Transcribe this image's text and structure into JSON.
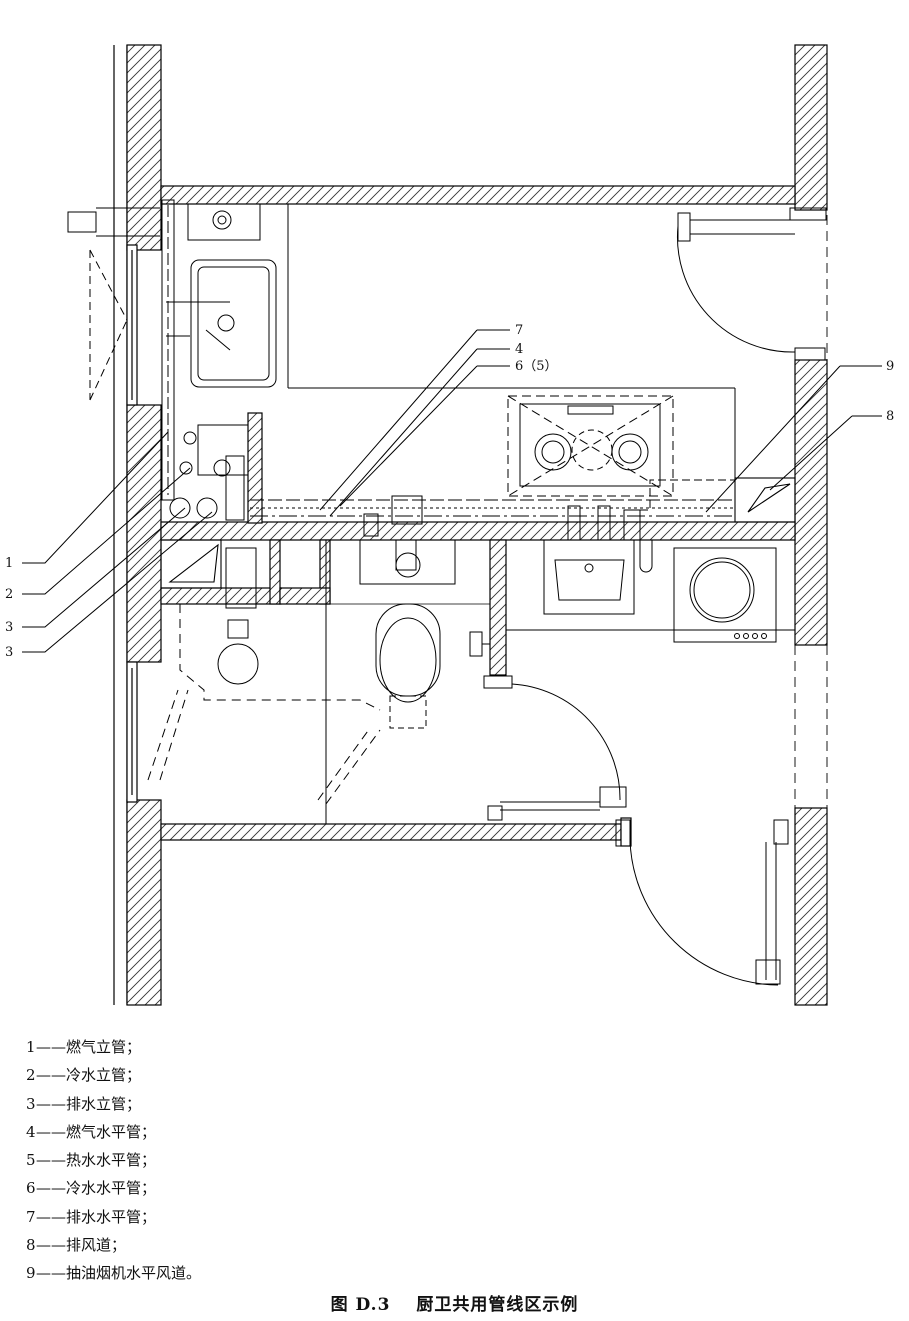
{
  "callouts": [
    {
      "id": "c7",
      "label": "7"
    },
    {
      "id": "c4",
      "label": "4"
    },
    {
      "id": "c6",
      "label": "6（5）"
    },
    {
      "id": "c9",
      "label": "9"
    },
    {
      "id": "c8",
      "label": "8"
    },
    {
      "id": "c1",
      "label": "1"
    },
    {
      "id": "c2",
      "label": "2"
    },
    {
      "id": "c3a",
      "label": "3"
    },
    {
      "id": "c3b",
      "label": "3"
    }
  ],
  "legend": [
    {
      "num": "1",
      "text": "——燃气立管；"
    },
    {
      "num": "2",
      "text": "——冷水立管；"
    },
    {
      "num": "3",
      "text": "——排水立管；"
    },
    {
      "num": "4",
      "text": "——燃气水平管；"
    },
    {
      "num": "5",
      "text": "——热水水平管；"
    },
    {
      "num": "6",
      "text": "——冷水水平管；"
    },
    {
      "num": "7",
      "text": "——排水水平管；"
    },
    {
      "num": "8",
      "text": "——排风道；"
    },
    {
      "num": "9",
      "text": "——抽油烟机水平风道。"
    }
  ],
  "caption": {
    "figure": "图 D.3",
    "title": "厨卫共用管线区示例"
  }
}
